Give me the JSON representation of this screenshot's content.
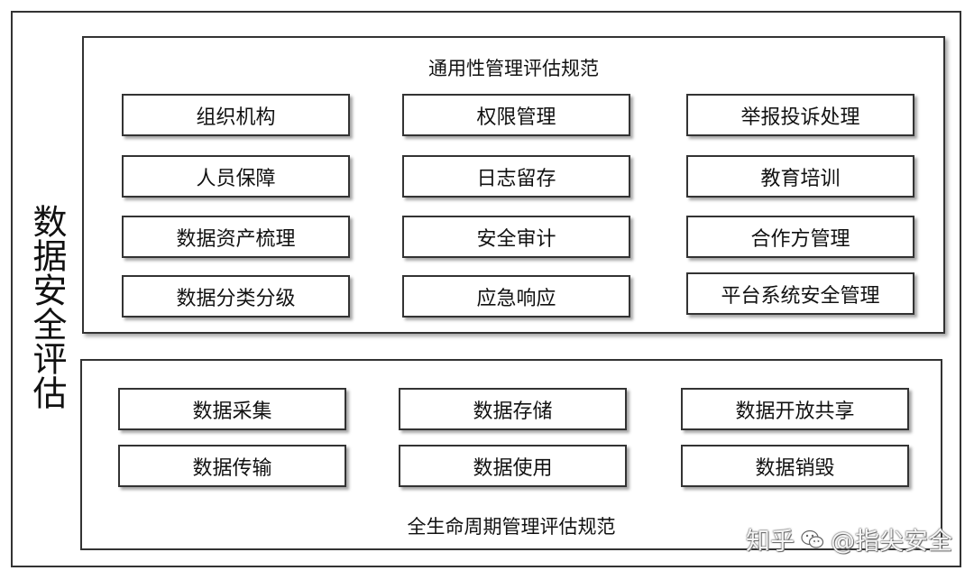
{
  "side_title": "数据安全评估",
  "top_panel": {
    "title": "通用性管理评估规范",
    "items": [
      "组织机构",
      "权限管理",
      "举报投诉处理",
      "人员保障",
      "日志留存",
      "教育培训",
      "数据资产梳理",
      "安全审计",
      "合作方管理",
      "数据分类分级",
      "应急响应",
      "平台系统安全管理"
    ]
  },
  "bottom_panel": {
    "title": "全生命周期管理评估规范",
    "items": [
      "数据采集",
      "数据存储",
      "数据开放共享",
      "数据传输",
      "数据使用",
      "数据销毁"
    ]
  },
  "watermark": {
    "prefix": "知乎",
    "name": "@指尖安全",
    "icon": "wechat-logo-icon"
  }
}
